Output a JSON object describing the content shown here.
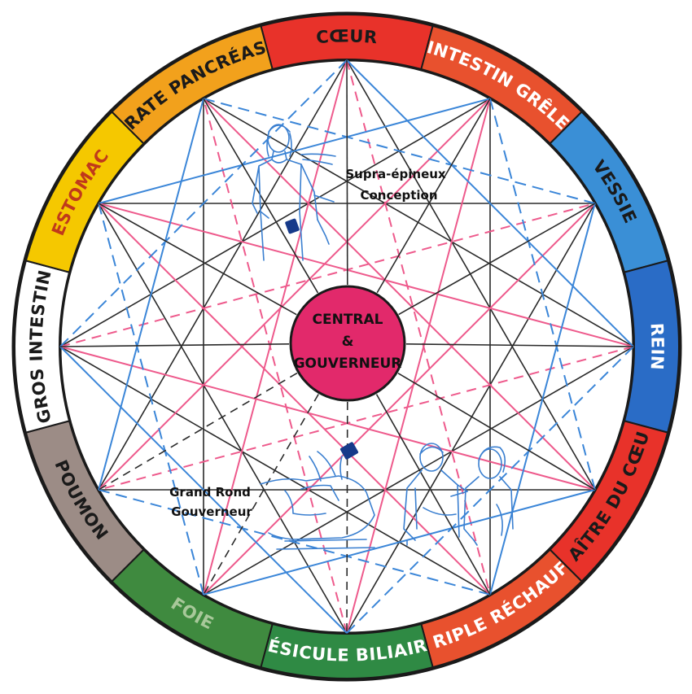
{
  "meridians": [
    {
      "label": "CŒUR",
      "color": "#e8322a",
      "text_color": "#1a1a1a"
    },
    {
      "label": "INTESTIN GRÊLE",
      "color": "#e8512e",
      "text_color": "#ffffff"
    },
    {
      "label": "VESSIE",
      "color": "#3a8fd6",
      "text_color": "#1a1a1a"
    },
    {
      "label": "REIN",
      "color": "#2a6cc6",
      "text_color": "#ffffff"
    },
    {
      "label": "MAÎTRE DU CŒUR",
      "color": "#e8322a",
      "text_color": "#1a1a1a"
    },
    {
      "label": "TRIPLE RÉCHAUF.",
      "color": "#e8512e",
      "text_color": "#ffffff"
    },
    {
      "label": "VÉSICULE BILIAIRE",
      "color": "#2f8a44",
      "text_color": "#ffffff"
    },
    {
      "label": "FOIE",
      "color": "#3f8a3f",
      "text_color": "#a8c89a"
    },
    {
      "label": "POUMON",
      "color": "#9c8c86",
      "text_color": "#1a1a1a"
    },
    {
      "label": "GROS INTESTIN",
      "color": "#ffffff",
      "text_color": "#1a1a1a"
    },
    {
      "label": "ESTOMAC",
      "color": "#f5c800",
      "text_color": "#c0391b"
    },
    {
      "label": "RATE PANCRÉAS",
      "color": "#f2a11c",
      "text_color": "#1a1a1a"
    }
  ],
  "center": {
    "line1": "CENTRAL",
    "line2": "&",
    "line3": "GOUVERNEUR",
    "color": "#e2296b"
  },
  "annotations": {
    "top_right_line1": "Supra-épineux",
    "top_right_line2": "Conception",
    "bottom_left_line1": "Grand Rond",
    "bottom_left_line2": "Gouverneur"
  },
  "line_colors": {
    "black": "#2a2a2a",
    "pink": "#ee5a8c",
    "blue": "#3b86d8"
  },
  "icons": [
    "standing-figure-icon",
    "lying-figure-icon",
    "two-figures-icon",
    "magnet-icon"
  ]
}
